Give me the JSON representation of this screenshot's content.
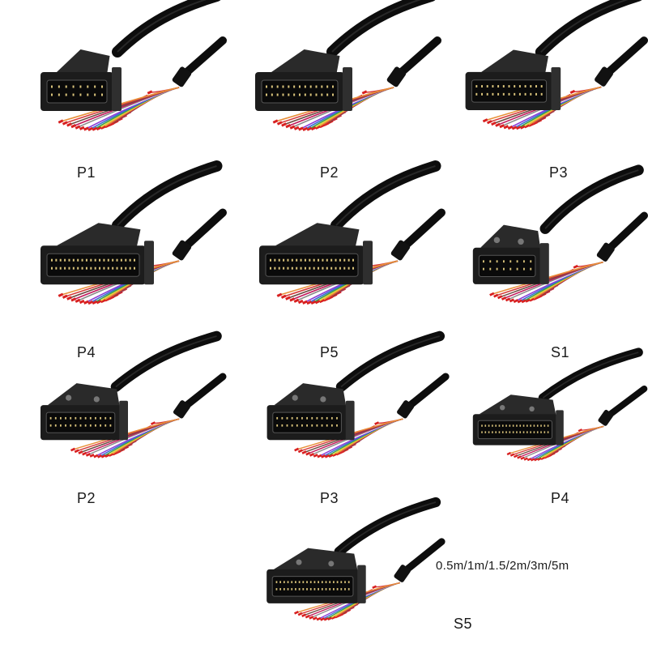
{
  "products": [
    {
      "label": "P1"
    },
    {
      "label": "P2"
    },
    {
      "label": "P3"
    },
    {
      "label": "P4"
    },
    {
      "label": "P5"
    },
    {
      "label": "S1"
    },
    {
      "label": "P2"
    },
    {
      "label": "P3"
    },
    {
      "label": "P4"
    },
    {
      "label": "S5"
    }
  ],
  "lengths_text": "0.5m/1m/1.5/2m/3m/5m",
  "colors": {
    "cable": "#0d0d0d",
    "connector": "#1c1c1c",
    "wire_palette": [
      "#d63a3a",
      "#e8913a",
      "#e8d23a",
      "#3aa04a",
      "#3a6ad6",
      "#8a3ad6",
      "#ffffff",
      "#8a8a8a",
      "#c2185b",
      "#6d4c41"
    ],
    "terminal": "#d82020"
  }
}
